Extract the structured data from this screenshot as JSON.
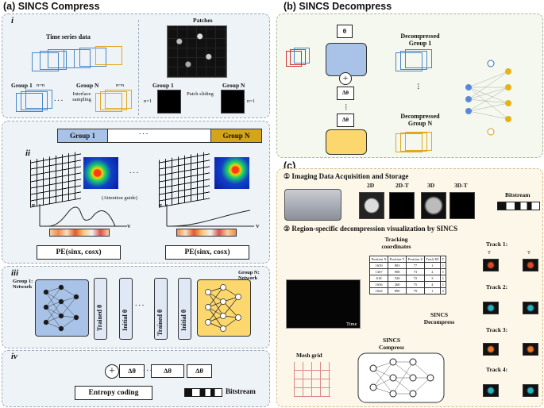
{
  "panel_a": {
    "title": "(a) SINCS Compress",
    "sec_i": "i",
    "sec_ii": "ii",
    "sec_iii": "iii",
    "sec_iv": "iv",
    "time_series": "Time series data",
    "patches": "Patches",
    "group1": "Group 1",
    "groupN": "Group N",
    "n_eq_n1": "n=n",
    "n_eq_nt": "n=n",
    "interlace": "Interlace sampling",
    "patch_sliding": "Patch sliding",
    "n1_a": "n=1",
    "n1_b": "n=1",
    "dots": "· · ·",
    "bar_group1": "Group 1",
    "bar_groupN": "Group N",
    "attention": "(Attention guide)",
    "pe1": "PE(sinx,   cosx)",
    "pe2": "PE(sinx,   cosx)",
    "px": "P",
    "vt": "V",
    "group1_net": "Group 1: Network",
    "groupN_net": "Group N: Network",
    "trained1": "Trained θ",
    "initial1": "Initial θ",
    "trained2": "Trained θ",
    "initial2": "Initial θ",
    "d2": "Δθ",
    "dn1": "Δθ",
    "dn": "Δθ",
    "entropy": "Entropy coding",
    "bitstream": "Bitstream"
  },
  "panel_b": {
    "title": "(b) SINCS Decompress",
    "theta1": "θ",
    "delta2": "Δθ",
    "deltaN": "Δθ",
    "dec1": "Decompressed Group 1",
    "decN": "Decompressed Group N"
  },
  "panel_c": {
    "title": "(c)",
    "step1": "① Imaging Data Acquisition and Storage",
    "step2": "② Region-specific decompression visualization by SINCS",
    "m2d": "2D",
    "m2dt": "2D-T",
    "m3d": "3D",
    "m3dt": "3D-T",
    "bitstream": "Bitstream",
    "tracking": "Tracking coordinates",
    "headers": [
      "Position X",
      "Position Y",
      "Position Z",
      "Track ID",
      "T"
    ],
    "rows": [
      [
        "1639",
        "893",
        "77",
        "1",
        "1"
      ],
      [
        "1367",
        "908",
        "73",
        "2",
        "1"
      ],
      [
        "618",
        "526",
        "72",
        "3",
        "1"
      ],
      [
        "1656",
        "260",
        "75",
        "4",
        "1"
      ],
      [
        "1642",
        "890",
        "79",
        "1",
        "2"
      ]
    ],
    "time": "Time",
    "sincs_decompress": "SINCS Decompress",
    "sincs_compress": "SINCS Compress",
    "mesh": "Mesh grid",
    "tracks": [
      "Track 1:",
      "Track 2:",
      "Track 3:",
      "Track 4:"
    ],
    "t1": "T",
    "tn": "T"
  }
}
